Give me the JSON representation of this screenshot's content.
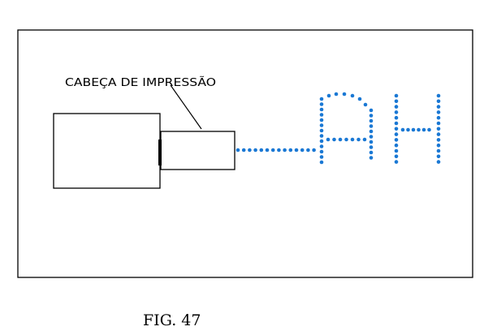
{
  "figure": {
    "label": "CABEÇA DE IMPRESSÃO",
    "printed_text": "AH",
    "caption": "FIG. 47"
  },
  "colors": {
    "line": "#000000",
    "dots": "#1a78d4",
    "background": "#ffffff"
  }
}
